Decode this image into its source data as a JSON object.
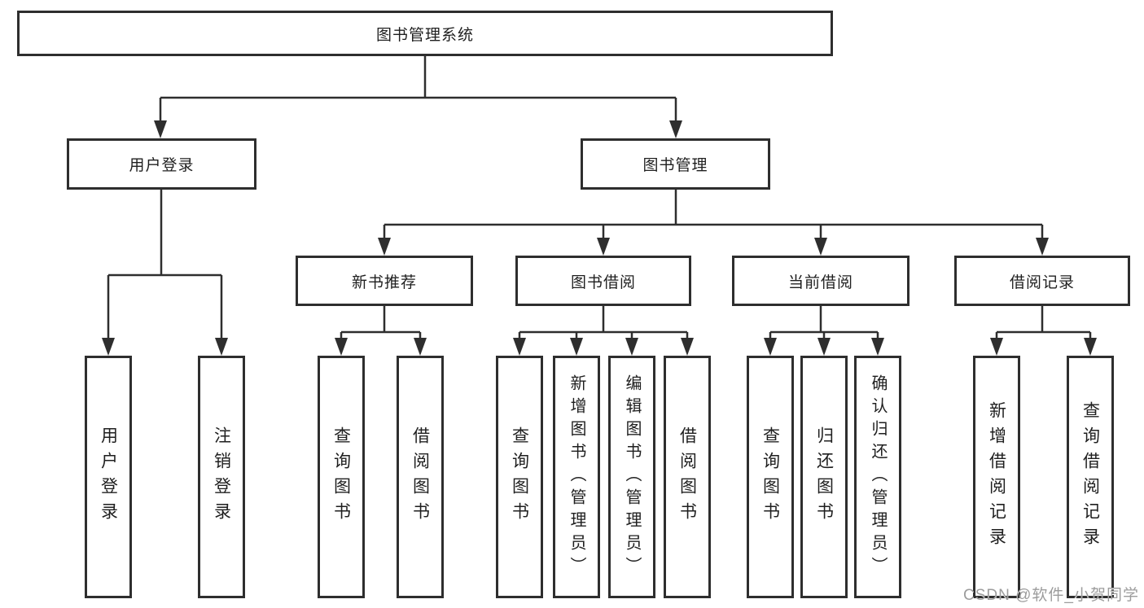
{
  "tree": {
    "root": {
      "label": "图书管理系统",
      "children": [
        {
          "label": "用户登录",
          "children": [
            {
              "label": "用户登录"
            },
            {
              "label": "注销登录"
            }
          ]
        },
        {
          "label": "图书管理",
          "children": [
            {
              "label": "新书推荐",
              "children": [
                {
                  "label": "查询图书"
                },
                {
                  "label": "借阅图书"
                }
              ]
            },
            {
              "label": "图书借阅",
              "children": [
                {
                  "label": "查询图书"
                },
                {
                  "label": "新增图书（管理员）"
                },
                {
                  "label": "编辑图书（管理员）"
                },
                {
                  "label": "借阅图书"
                }
              ]
            },
            {
              "label": "当前借阅",
              "children": [
                {
                  "label": "查询图书"
                },
                {
                  "label": "归还图书"
                },
                {
                  "label": "确认归还（管理员）"
                }
              ]
            },
            {
              "label": "借阅记录",
              "children": [
                {
                  "label": "新增借阅记录"
                },
                {
                  "label": "查询借阅记录"
                }
              ]
            }
          ]
        }
      ]
    }
  },
  "watermark": {
    "text": "CSDN @软件_小贺同学"
  },
  "colors": {
    "line": "#2e2e2e",
    "box_border": "#2e2e2e",
    "text": "#1f1f1f",
    "background": "#ffffff",
    "watermark": "#9c9c9c"
  }
}
